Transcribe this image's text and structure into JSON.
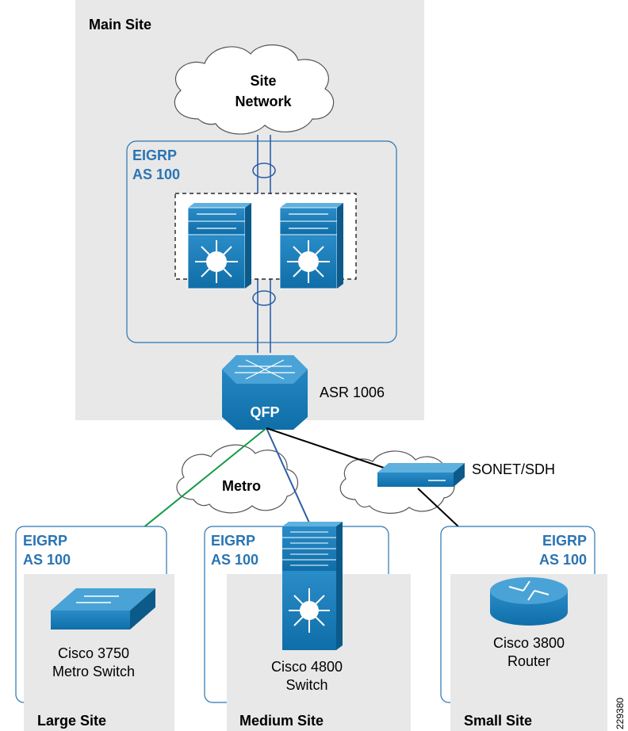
{
  "main_site": {
    "title": "Main Site",
    "cloud": [
      "Site",
      "Network"
    ],
    "eigrp": [
      "EIGRP",
      "AS 100"
    ],
    "router_label": "ASR 1006",
    "router_badge": "QFP"
  },
  "wan": {
    "metro_label": "Metro",
    "sonet_label": "SONET/SDH"
  },
  "sites": {
    "large": {
      "title": "Large Site",
      "eigrp": [
        "EIGRP",
        "AS 100"
      ],
      "device": [
        "Cisco 3750",
        "Metro Switch"
      ]
    },
    "medium": {
      "title": "Medium Site",
      "eigrp": [
        "EIGRP",
        "AS 100"
      ],
      "device": [
        "Cisco 4800",
        "Switch"
      ]
    },
    "small": {
      "title": "Small Site",
      "eigrp": [
        "EIGRP",
        "AS 100"
      ],
      "device": [
        "Cisco 3800",
        "Router"
      ]
    }
  },
  "figure_id": "229380",
  "colors": {
    "device_blue": "#1a7cb6",
    "eigrp_blue": "#2a74b3",
    "link_green": "#129a44",
    "link_blue": "#2b5ea8",
    "site_bg": "#e8e8e8"
  }
}
